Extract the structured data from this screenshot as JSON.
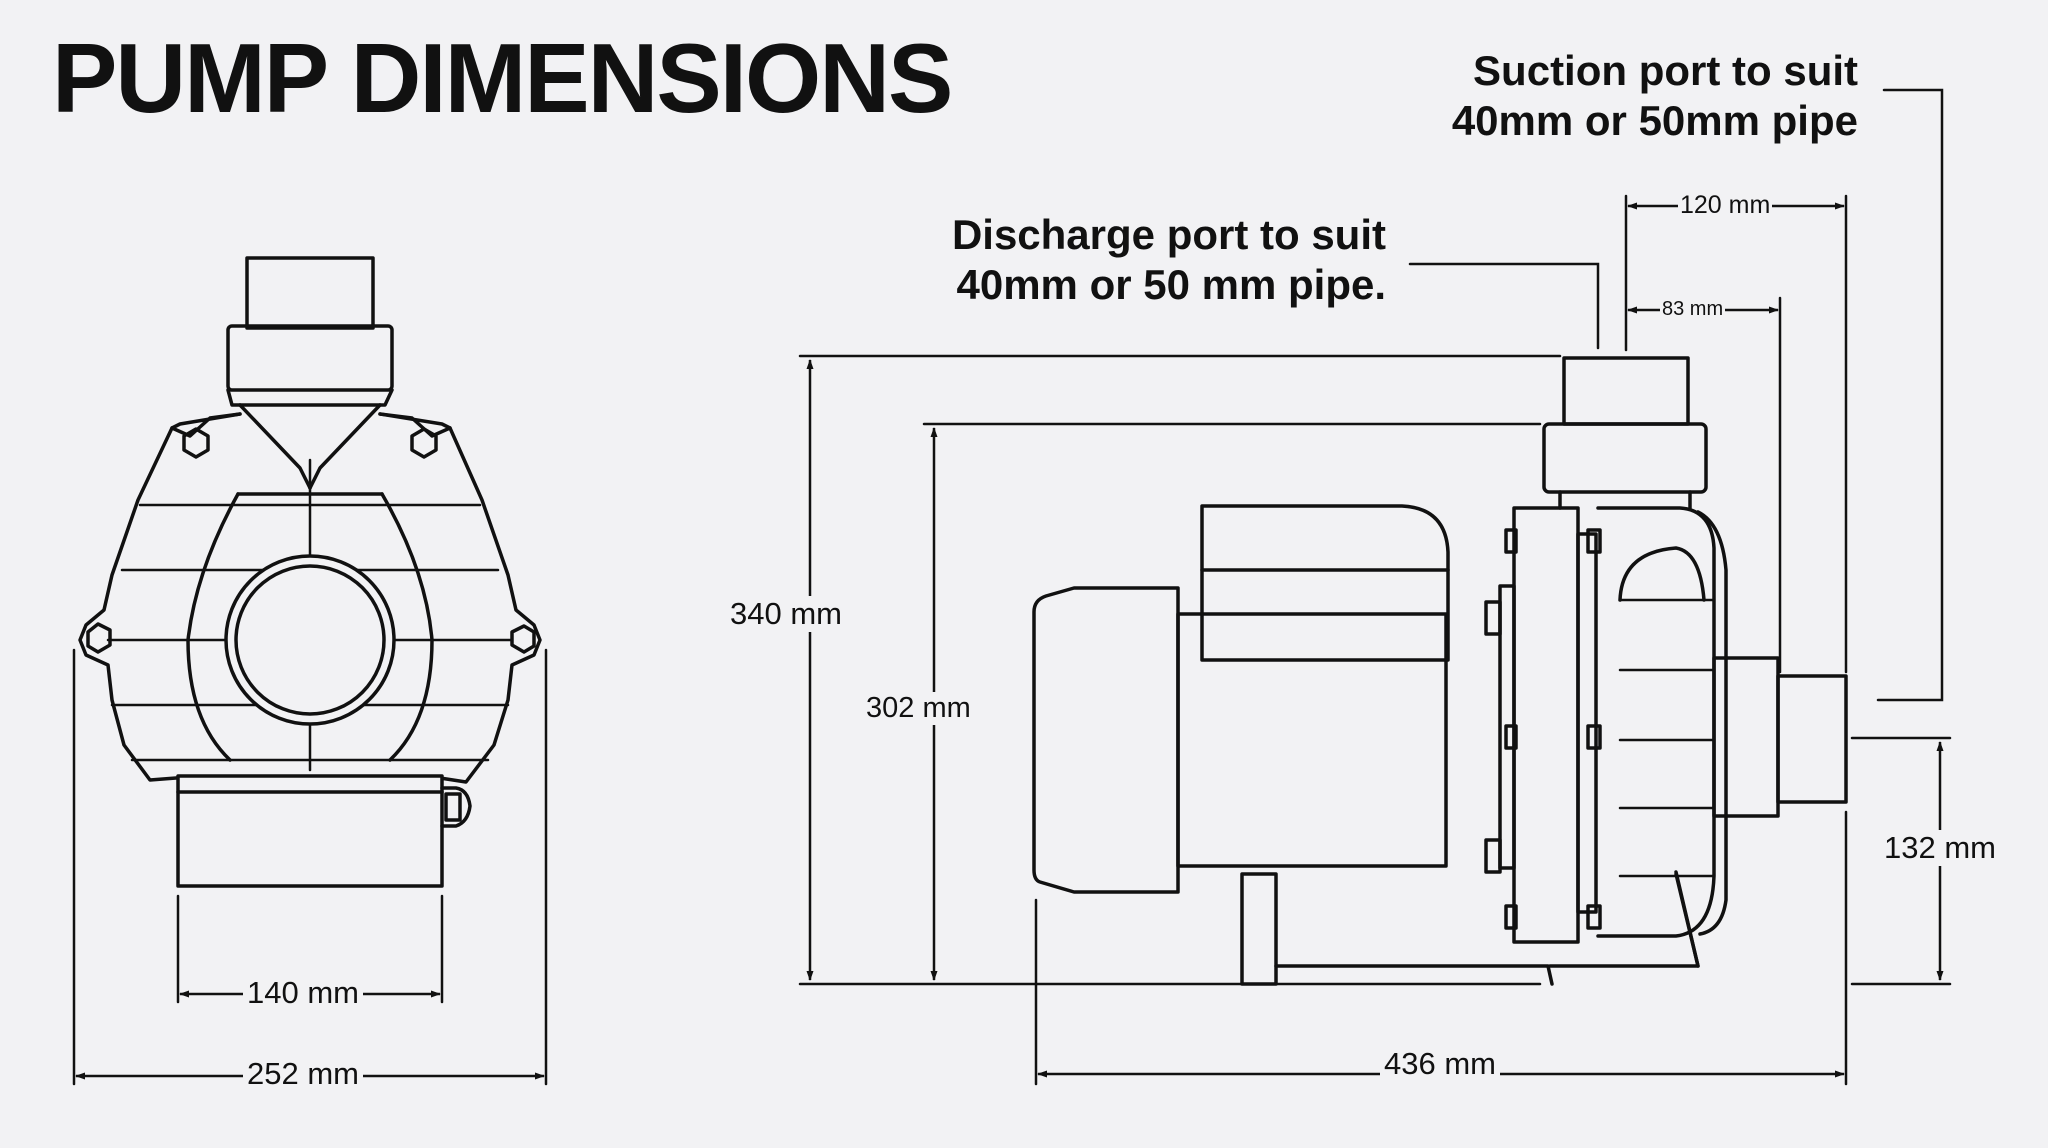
{
  "title": "PUMP DIMENSIONS",
  "callouts": {
    "suction_line1": "Suction port to suit",
    "suction_line2": "40mm or 50mm pipe",
    "discharge_line1": "Discharge port to suit",
    "discharge_line2": "40mm or 50 mm pipe."
  },
  "dimensions": {
    "front_port_width": "140 mm",
    "front_overall_width": "252 mm",
    "side_overall_height": "340 mm",
    "side_motor_height": "302 mm",
    "side_overall_length": "436 mm",
    "side_suction_height": "132 mm",
    "side_port_offset_120": "120 mm",
    "side_port_offset_83": "83 mm"
  },
  "colors": {
    "line": "#111111",
    "background": "#f2f2f4"
  }
}
